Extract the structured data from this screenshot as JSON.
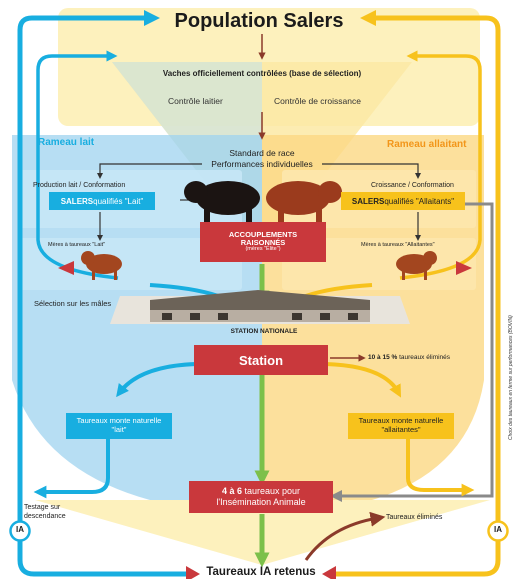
{
  "title": "Population Salers",
  "base_selection": "Vaches officiellement contrôlées (base de sélection)",
  "controle_laitier": "Contrôle laitier",
  "controle_croissance": "Contrôle de croissance",
  "rameau_lait": "Rameau lait",
  "rameau_allaitant": "Rameau allaitant",
  "standard_line1": "Standard de race",
  "standard_line2": "Performances individuelles",
  "production_lait": "Production lait / Conformation",
  "croissance_conf": "Croissance / Conformation",
  "salers_lait_strong": "SALERS",
  "salers_lait_rest": " qualifiés \"Lait\"",
  "salers_allaitant_strong": "SALERS",
  "salers_allaitant_rest": " qualifiés \"Allaitants\"",
  "accouplements_1": "ACCOUPLEMENTS",
  "accouplements_2": "RAISONNÉS",
  "accouplements_3": "(mères \"Élite\")",
  "meres_lait": "Mères à taureaux \"Lait\"",
  "meres_allaitantes": "Mères à taureaux \"Allaitantes\"",
  "selection_males": "Sélection sur les mâles",
  "station_nationale": "STATION NATIONALE",
  "station": "Station",
  "elimines_strong": "10 à 15 %",
  "elimines_rest": " taureaux éliminés",
  "monte_lait_1": "Taureaux monte naturelle",
  "monte_lait_2": "\"lait\"",
  "monte_all_1": "Taureaux monte naturelle",
  "monte_all_2": "\"allaitantes\"",
  "testage_1": "Testage sur",
  "testage_2": "descendance",
  "ia_strong": "4 à 6",
  "ia_rest": " taureaux pour",
  "ia_line2": "l'Insémination Animale",
  "ia_left": "IA",
  "ia_right": "IA",
  "taureaux_elimines": "Taureaux éliminés",
  "taureaux_retenus": "Taureaux IA retenus",
  "vertical_note": "Choix des taureaux en ferme sur performances (BOVIN)",
  "colors": {
    "blue": "#18aee0",
    "yellow": "#f7c21c",
    "red": "#c9383c",
    "green": "#7cc04a",
    "brown": "#8b3a2a"
  }
}
